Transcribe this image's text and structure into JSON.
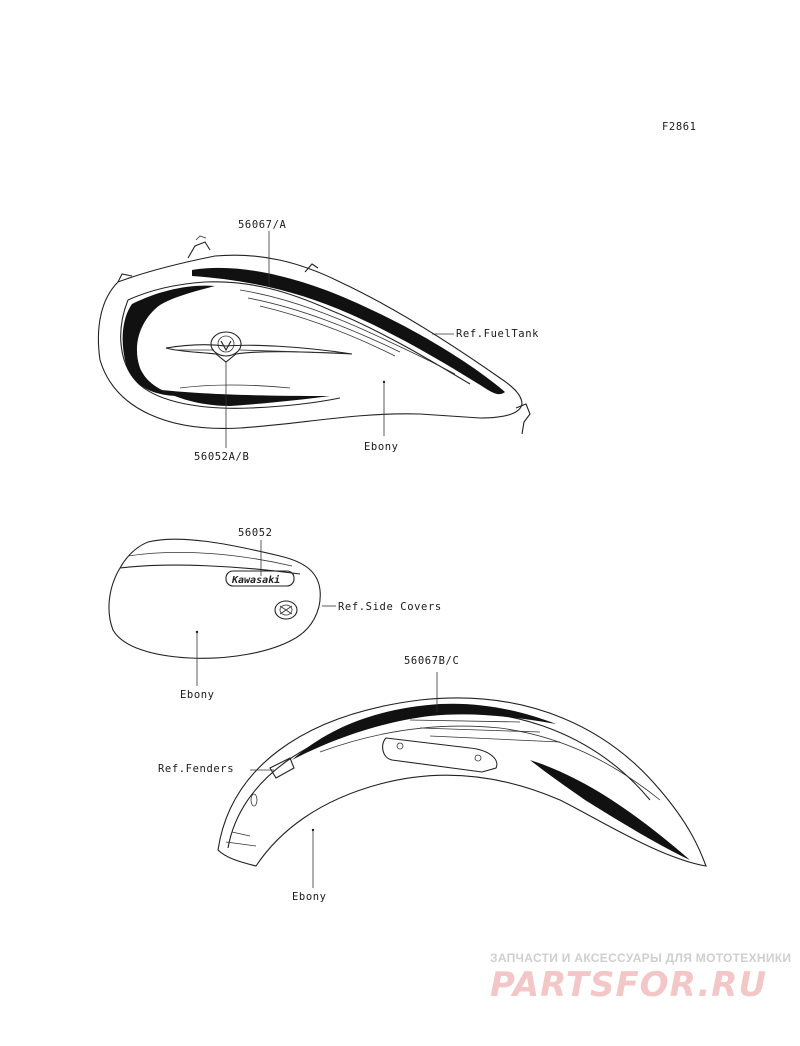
{
  "figure_code": "F2861",
  "fuel_tank": {
    "part_stripe": "56067/A",
    "part_emblem": "56052A/B",
    "ref": "Ref.FuelTank",
    "color": "Ebony"
  },
  "side_cover": {
    "part_emblem": "56052",
    "emblem_text": "Kawasaki",
    "ref": "Ref.Side Covers",
    "color": "Ebony"
  },
  "fender": {
    "part_stripe": "56067B/C",
    "ref": "Ref.Fenders",
    "color": "Ebony"
  },
  "watermark": {
    "tagline": "ЗАПЧАСТИ И АКСЕССУАРЫ ДЛЯ МОТОТЕХНИКИ",
    "brand": "PARTSFOR.RU",
    "color": "#f3c7c7"
  }
}
